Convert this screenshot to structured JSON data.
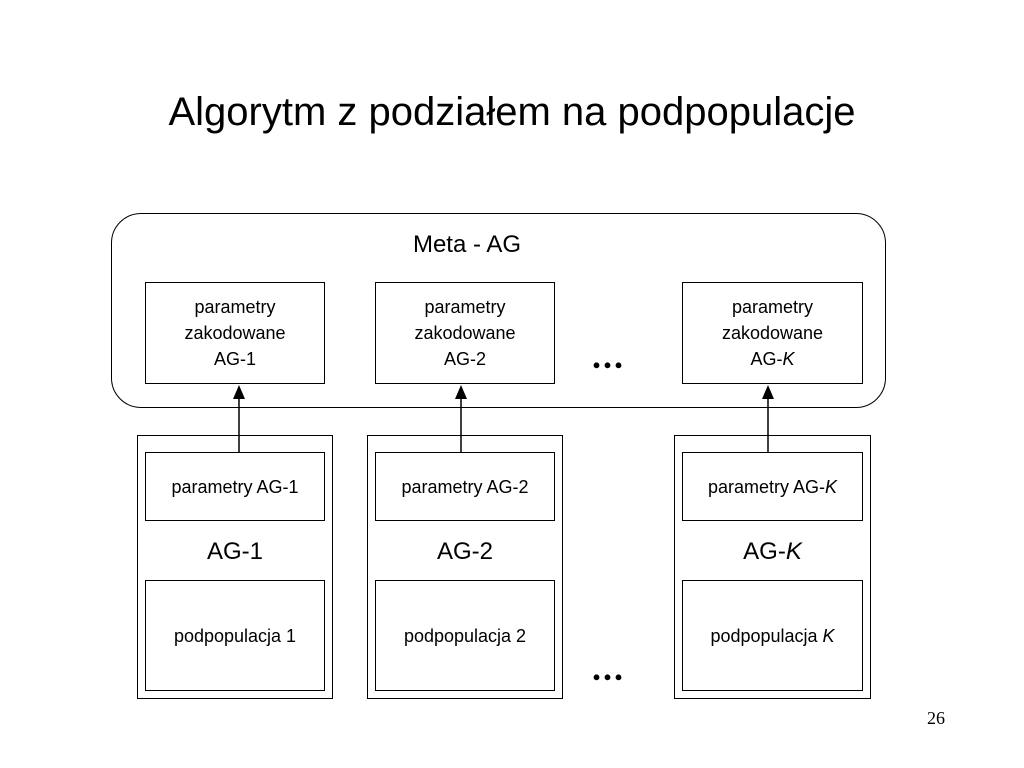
{
  "slide": {
    "title": "Algorytm z podziałem na podpopulacje",
    "page_number": "26"
  },
  "meta": {
    "label": "Meta - AG",
    "encoded_params": [
      {
        "line1": "parametry",
        "line2": "zakodowane",
        "prefix": "AG-",
        "suffix": "1",
        "suffix_italic": false
      },
      {
        "line1": "parametry",
        "line2": "zakodowane",
        "prefix": "AG-",
        "suffix": "2",
        "suffix_italic": false
      },
      {
        "line1": "parametry",
        "line2": "zakodowane",
        "prefix": "AG-",
        "suffix": "K",
        "suffix_italic": true
      }
    ],
    "ellipsis": "..."
  },
  "subalgorithms": [
    {
      "params_prefix": "parametry AG-",
      "params_suffix": "1",
      "label_prefix": "AG-",
      "label_suffix": "1",
      "pop_prefix": "podpopulacja ",
      "pop_suffix": "1",
      "italic": false
    },
    {
      "params_prefix": "parametry AG-",
      "params_suffix": "2",
      "label_prefix": "AG-",
      "label_suffix": "2",
      "pop_prefix": "podpopulacja ",
      "pop_suffix": "2",
      "italic": false
    },
    {
      "params_prefix": "parametry AG-",
      "params_suffix": "K",
      "label_prefix": "AG-",
      "label_suffix": "K",
      "pop_prefix": "podpopulacja ",
      "pop_suffix": "K",
      "italic": true
    }
  ],
  "bottom_ellipsis": "..."
}
